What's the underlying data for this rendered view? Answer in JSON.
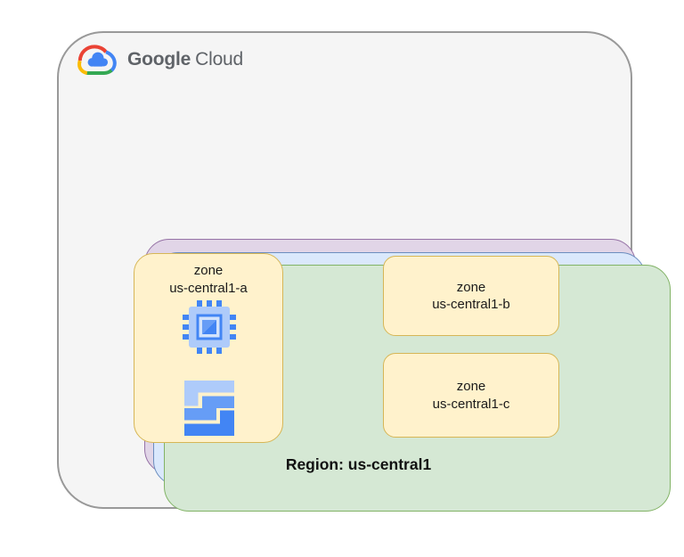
{
  "logo": {
    "google": "Google",
    "cloud": "Cloud",
    "icon": "google-cloud-logo"
  },
  "region": {
    "label": "Region: us-central1"
  },
  "zones": [
    {
      "line1": "zone",
      "line2": "us-central1-a",
      "icons": [
        "compute-engine-icon",
        "persistent-disk-icon"
      ]
    },
    {
      "line1": "zone",
      "line2": "us-central1-b",
      "icons": []
    },
    {
      "line1": "zone",
      "line2": "us-central1-c",
      "icons": []
    }
  ],
  "colors": {
    "outer_fill": "#F5F5F5",
    "outer_stroke": "#999999",
    "layer_purple_fill": "#E1D5E7",
    "layer_purple_stroke": "#9673A6",
    "layer_blue_fill": "#DAE8FC",
    "layer_blue_stroke": "#6C8EBF",
    "region_fill": "#D5E8D4",
    "region_stroke": "#82B366",
    "zone_fill": "#FFF2CC",
    "zone_stroke": "#D6B656",
    "icon_blue_light": "#AECBFA",
    "icon_blue_pale": "#D2E3FC",
    "icon_blue_medium": "#669DF6",
    "icon_blue_dark": "#4285F4",
    "logo_text": "#5F6368",
    "google_red": "#EA4335",
    "google_blue": "#4285F4",
    "google_green": "#34A853",
    "google_yellow": "#FBBC05"
  }
}
